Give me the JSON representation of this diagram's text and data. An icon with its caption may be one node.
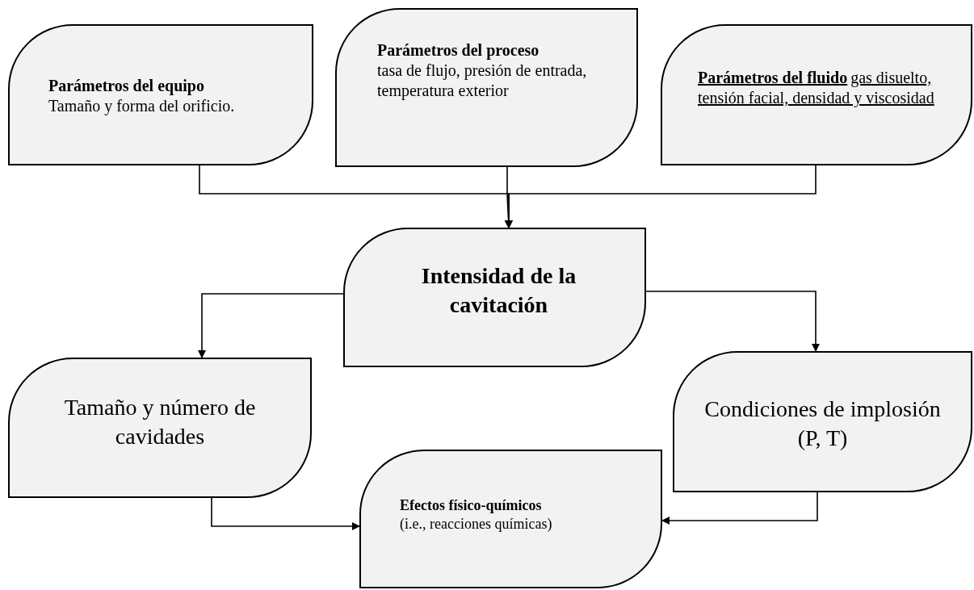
{
  "diagram": {
    "nodes": [
      {
        "text": [
          "Parámetros del equipo",
          "Tamaño y forma del orificio."
        ]
      },
      {
        "text": [
          "Parámetros del proceso",
          "tasa de flujo, presión de entrada, temperatura exterior"
        ]
      },
      {
        "text": [
          "Parámetros del fluido",
          "gas disuelto, tensión facial, densidad y viscosidad"
        ]
      },
      {
        "text": [
          "Intensidad de la cavitación"
        ]
      },
      {
        "text": [
          "Tamaño y número de cavidades"
        ]
      },
      {
        "text": [
          "Condiciones de implosión (P, T)"
        ]
      },
      {
        "text": [
          "Efectos físico-químicos",
          "(i.e., reacciones químicas)"
        ]
      }
    ],
    "edges": [
      {
        "from": 0,
        "to": 3,
        "arrow": "to"
      },
      {
        "from": 1,
        "to": 3,
        "arrow": "to"
      },
      {
        "from": 2,
        "to": 3,
        "arrow": "to"
      },
      {
        "from": 3,
        "to": 4,
        "arrow": "to"
      },
      {
        "from": 3,
        "to": 5,
        "arrow": "to"
      },
      {
        "from": 4,
        "to": 6,
        "arrow": "to"
      },
      {
        "from": 5,
        "to": 6,
        "arrow": "to"
      }
    ]
  }
}
